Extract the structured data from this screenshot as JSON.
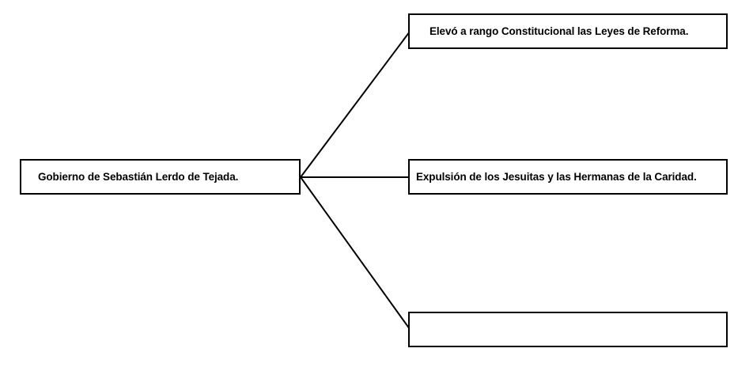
{
  "diagram": {
    "root": {
      "label": "Gobierno de Sebastián Lerdo de Tejada."
    },
    "branches": [
      {
        "label": "Elevó a rango Constitucional las Leyes de Reforma."
      },
      {
        "label": "Expulsión de los Jesuitas y las Hermanas de la Caridad."
      },
      {
        "label": ""
      }
    ],
    "colors": {
      "stroke": "#000000",
      "box_fill": "#ffffff",
      "text": "#000000"
    }
  }
}
